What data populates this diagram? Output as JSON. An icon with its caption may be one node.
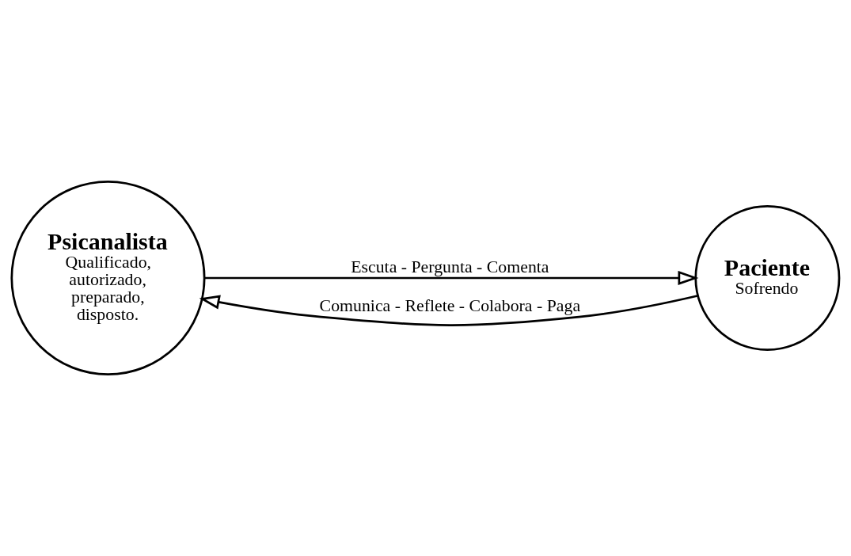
{
  "diagram": {
    "nodes": [
      {
        "text": [
          "Psicanalista",
          "Qualificado, autorizado, preparado, disposto."
        ]
      },
      {
        "text": [
          "Paciente",
          "Sofrendo"
        ]
      }
    ],
    "edges": [
      {
        "from": 0,
        "to": 1,
        "arrow": "to",
        "label": "Escuta - Pergunta - Comenta"
      },
      {
        "from": 1,
        "to": 0,
        "arrow": "to",
        "label": "Comunica - Reflete - Colabora - Paga"
      }
    ]
  }
}
